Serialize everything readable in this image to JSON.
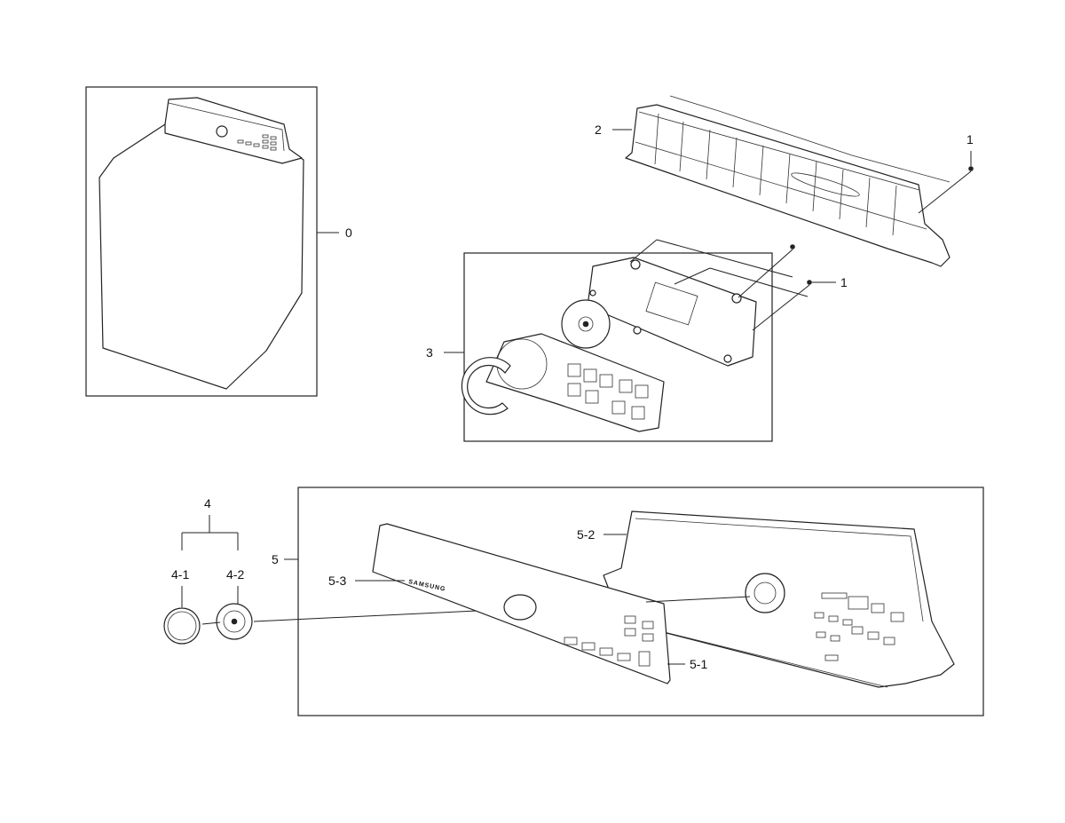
{
  "callouts": {
    "c0": "0",
    "c1_top": "1",
    "c1_mid": "1",
    "c2": "2",
    "c3": "3",
    "c4": "4",
    "c4_1": "4-1",
    "c4_2": "4-2",
    "c5": "5",
    "c5_1": "5-1",
    "c5_2": "5-2",
    "c5_3": "5-3"
  },
  "brand_mark": "SAMSUNG"
}
